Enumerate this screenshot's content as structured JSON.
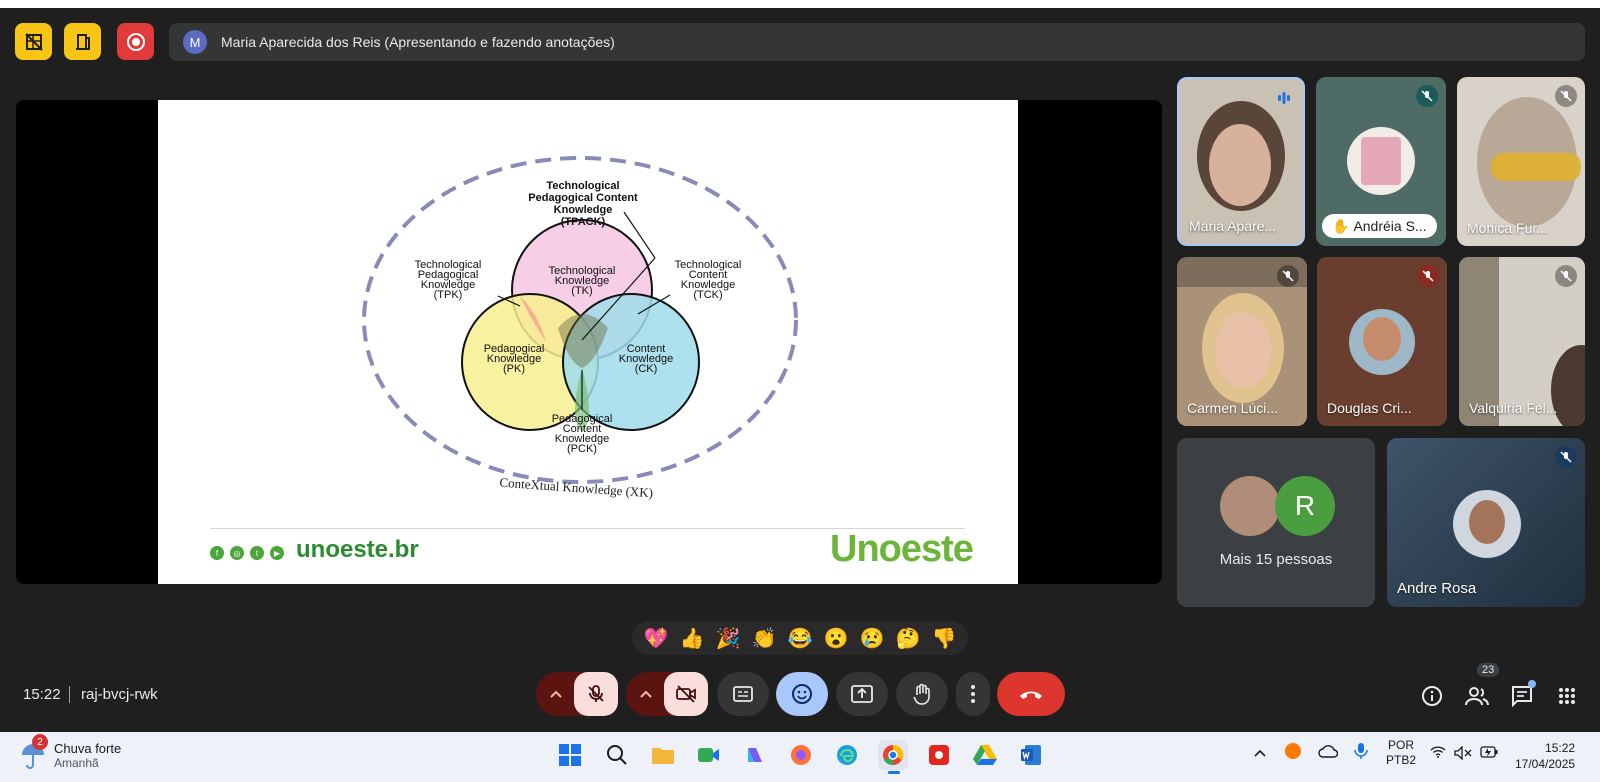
{
  "presenter_bar": {
    "avatar_letter": "M",
    "text": "Maria Aparecida dos Reis (Apresentando e fazendo anotações)"
  },
  "slide": {
    "tpack": [
      "Technological",
      "Pedagogical Content",
      "Knowledge",
      "(TPACK)"
    ],
    "tpk": [
      "Technological",
      "Pedagogical",
      "Knowledge",
      "(TPK)"
    ],
    "tck": [
      "Technological",
      "Content",
      "Knowledge",
      "(TCK)"
    ],
    "tk": [
      "Technological",
      "Knowledge",
      "(TK)"
    ],
    "pk": [
      "Pedagogical",
      "Knowledge",
      "(PK)"
    ],
    "ck": [
      "Content",
      "Knowledge",
      "(CK)"
    ],
    "pck": [
      "Pedagogical",
      "Content",
      "Knowledge",
      "(PCK)"
    ],
    "xk": "ConteXtual Knowledge (XK)",
    "url": "unoeste.br",
    "brand": "Unoeste"
  },
  "participants": [
    {
      "name": "Maria Apare..."
    },
    {
      "name": "Andréia S..."
    },
    {
      "name": "Monica Fur..."
    },
    {
      "name": "Carmen Lúci..."
    },
    {
      "name": "Douglas Cri..."
    },
    {
      "name": "Valquiria Fel..."
    }
  ],
  "more_tile": {
    "avatar_letter": "R",
    "label": "Mais 15 pessoas"
  },
  "andre_tile": {
    "name": "Andre Rosa"
  },
  "reactions": [
    "💖",
    "👍",
    "🎉",
    "👏",
    "😂",
    "😮",
    "😢",
    "🤔",
    "👎"
  ],
  "meeting": {
    "time": "15:22",
    "code": "raj-bvcj-rwk",
    "participant_count": "23"
  },
  "taskbar": {
    "weather_badge": "2",
    "weather_title": "Chuva forte",
    "weather_sub": "Amanhã",
    "lang_1": "POR",
    "lang_2": "PTB2",
    "clock_time": "15:22",
    "clock_date": "17/04/2025"
  },
  "colors": {
    "end_call": "#dc362e",
    "warn": "#f9dedc",
    "accent_blue": "#a8c7fa",
    "brand_green": "#2a8c2f"
  }
}
